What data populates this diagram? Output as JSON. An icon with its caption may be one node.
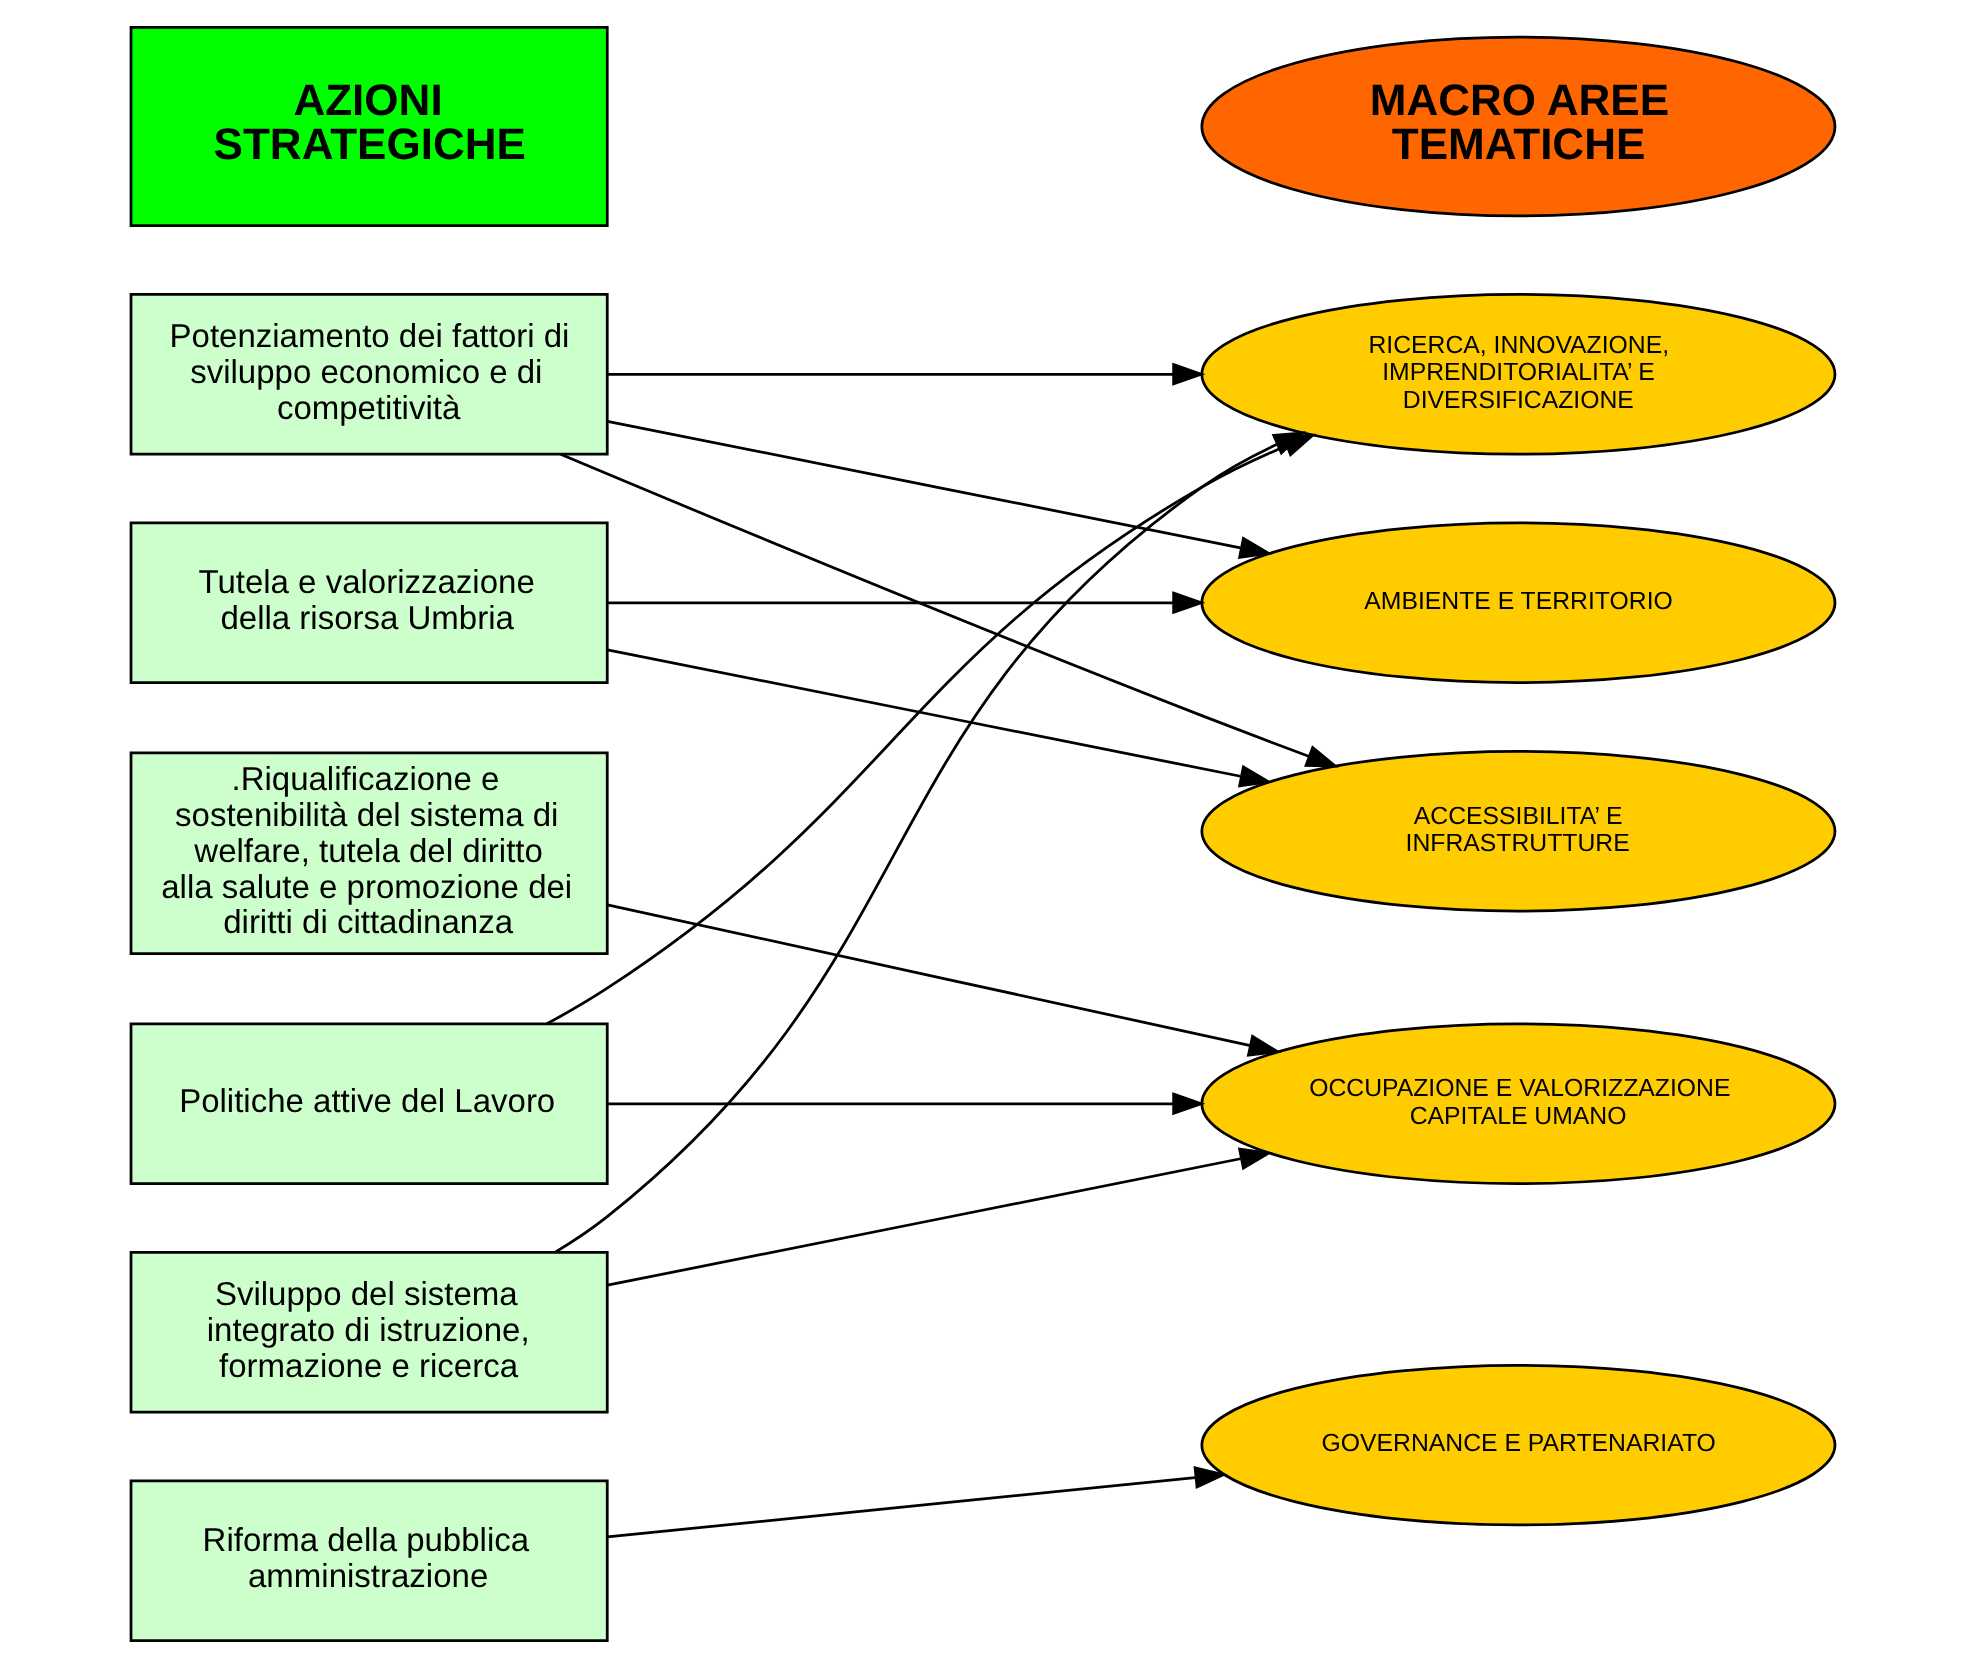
{
  "diagram": {
    "nodes": [
      {
        "text": [
          "AZIONI STRATEGICHE"
        ]
      },
      {
        "text": [
          "MACRO AREE TEMATICHE"
        ]
      },
      {
        "text": [
          "Potenziamento dei fattori di sviluppo economico e di competitività"
        ]
      },
      {
        "text": [
          "Tutela e valorizzazione della risorsa Umbria"
        ]
      },
      {
        "text": [
          ".Riqualificazione e sostenibilità del sistema di welfare, tutela del diritto alla salute e promozione dei diritti di cittadinanza"
        ]
      },
      {
        "text": [
          "Politiche attive del Lavoro"
        ]
      },
      {
        "text": [
          "Sviluppo del sistema integrato di istruzione, formazione e ricerca"
        ]
      },
      {
        "text": [
          "Riforma della pubblica amministrazione"
        ]
      },
      {
        "text": [
          "RICERCA, INNOVAZIONE, IMPRENDITORIALITA’ E DIVERSIFICAZIONE"
        ]
      },
      {
        "text": [
          "AMBIENTE E TERRITORIO"
        ]
      },
      {
        "text": [
          "ACCESSIBILITA’ E INFRASTRUTTURE"
        ]
      },
      {
        "text": [
          "OCCUPAZIONE E VALORIZZAZIONE CAPITALE UMANO"
        ]
      },
      {
        "text": [
          "GOVERNANCE E PARTENARIATO"
        ]
      }
    ],
    "edges": [
      {
        "from": 2,
        "to": 8,
        "arrow": "to"
      },
      {
        "from": 2,
        "to": 9,
        "arrow": "to"
      },
      {
        "from": 2,
        "to": 10,
        "arrow": "to"
      },
      {
        "from": 3,
        "to": 9,
        "arrow": "to"
      },
      {
        "from": 3,
        "to": 10,
        "arrow": "to"
      },
      {
        "from": 4,
        "to": 11,
        "arrow": "to"
      },
      {
        "from": 5,
        "to": 8,
        "arrow": "to"
      },
      {
        "from": 5,
        "to": 11,
        "arrow": "to"
      },
      {
        "from": 6,
        "to": 8,
        "arrow": "to"
      },
      {
        "from": 6,
        "to": 11,
        "arrow": "to"
      },
      {
        "from": 7,
        "to": 12,
        "arrow": "to"
      }
    ]
  }
}
